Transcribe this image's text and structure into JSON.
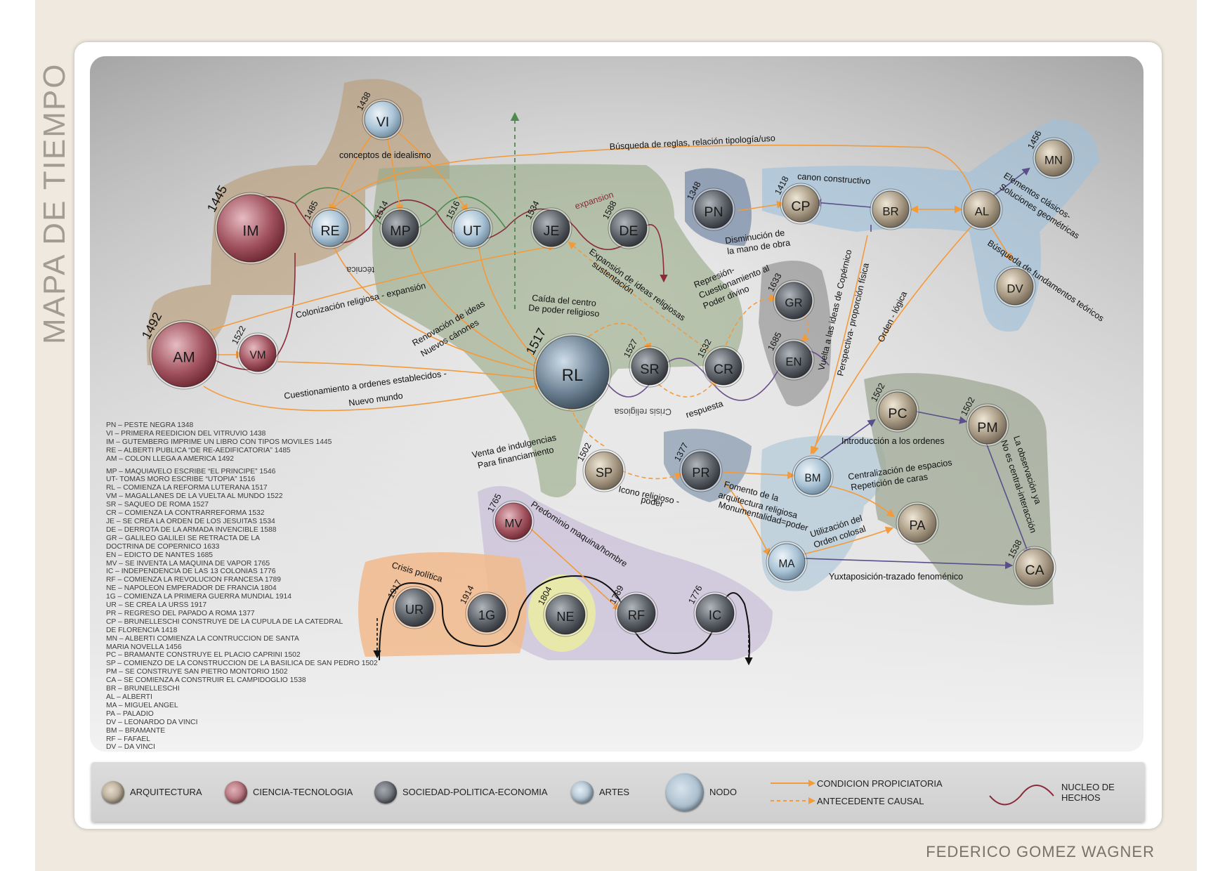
{
  "page": {
    "side_title": "MAPA DE TIEMPO",
    "author": "FEDERICO GOMEZ WAGNER"
  },
  "colors": {
    "arquitectura": "#bdb09a",
    "ciencia": "#b06f78",
    "sociedad": "#6c7178",
    "artes": "#a9c3d6",
    "arrow_orange": "#f39a3a",
    "arrow_purple": "#5a4f8a",
    "nucleus": "#8a2a3a"
  },
  "nodes": [
    {
      "id": "VI",
      "year": "1438",
      "kind": "artes"
    },
    {
      "id": "IM",
      "year": "1445",
      "kind": "ciencia"
    },
    {
      "id": "RE",
      "year": "1485",
      "kind": "artes"
    },
    {
      "id": "MP",
      "year": "1514",
      "kind": "sociedad"
    },
    {
      "id": "UT",
      "year": "1516",
      "kind": "artes"
    },
    {
      "id": "JE",
      "year": "1534",
      "kind": "sociedad"
    },
    {
      "id": "DE",
      "year": "1588",
      "kind": "sociedad"
    },
    {
      "id": "AM",
      "year": "1492",
      "kind": "ciencia"
    },
    {
      "id": "VM",
      "year": "1522",
      "kind": "ciencia"
    },
    {
      "id": "RL",
      "year": "1517",
      "kind": "nodo"
    },
    {
      "id": "SR",
      "year": "1527",
      "kind": "sociedad"
    },
    {
      "id": "CR",
      "year": "1532",
      "kind": "sociedad"
    },
    {
      "id": "GR",
      "year": "1633",
      "kind": "sociedad"
    },
    {
      "id": "EN",
      "year": "1685",
      "kind": "sociedad"
    },
    {
      "id": "PN",
      "year": "1348",
      "kind": "sociedad"
    },
    {
      "id": "CP",
      "year": "1418",
      "kind": "arquitectura"
    },
    {
      "id": "BR",
      "year": "",
      "kind": "arquitectura"
    },
    {
      "id": "AL",
      "year": "",
      "kind": "arquitectura"
    },
    {
      "id": "MN",
      "year": "1456",
      "kind": "arquitectura"
    },
    {
      "id": "DV",
      "year": "",
      "kind": "arquitectura"
    },
    {
      "id": "PC",
      "year": "1502",
      "kind": "arquitectura"
    },
    {
      "id": "PM",
      "year": "1502",
      "kind": "arquitectura"
    },
    {
      "id": "SP",
      "year": "1502",
      "kind": "arquitectura"
    },
    {
      "id": "PR",
      "year": "1377",
      "kind": "sociedad"
    },
    {
      "id": "BM",
      "year": "",
      "kind": "artes"
    },
    {
      "id": "PA",
      "year": "",
      "kind": "arquitectura"
    },
    {
      "id": "MA",
      "year": "",
      "kind": "artes"
    },
    {
      "id": "CA",
      "year": "1538",
      "kind": "arquitectura"
    },
    {
      "id": "MV",
      "year": "1765",
      "kind": "ciencia"
    },
    {
      "id": "UR",
      "year": "1917",
      "kind": "sociedad"
    },
    {
      "id": "1G",
      "year": "1914",
      "kind": "sociedad"
    },
    {
      "id": "NE",
      "year": "1804",
      "kind": "sociedad"
    },
    {
      "id": "RF",
      "year": "1789",
      "kind": "sociedad"
    },
    {
      "id": "IC",
      "year": "1776",
      "kind": "sociedad"
    }
  ],
  "labels": {
    "conceptos": "conceptos de idealismo",
    "busqueda_reglas": "Búsqueda de reglas, relación tipología/uso",
    "tecnica": "técnica",
    "expansion": "expansion",
    "colonizacion": "Colonización religiosa - expansión",
    "renovacion1": "Renovación de ideas",
    "renovacion2": "Nuevos cánones",
    "caida1": "Caída del centro",
    "caida2": "De poder religioso",
    "expansion_ideas1": "Expansión de ideas religiosas",
    "expansion_ideas2": "sustentación",
    "represion1": "Represión-",
    "represion2": "Cuestionamiento al",
    "represion3": "Poder divino",
    "cuestionamiento1": "Cuestionamiento a ordenes establecidos -",
    "cuestionamiento2": "Nuevo mundo",
    "crisis_religiosa": "Crisis religiosa",
    "respuesta": "respuesta",
    "canon": "canon constructivo",
    "disminucion1": "Disminución de",
    "disminucion2": "la mano de obra",
    "vuelta": "Vuelta a las ideas de Copérnico",
    "perspectiva": "Perspectiva- proporción física",
    "orden_logica": "Orden - lógica",
    "elementos1": "Elementos clásicos-",
    "elementos2": "Soluciones geométricas",
    "busqueda_fund": "Búsqueda de fundamentos teóricos",
    "venta1": "Venta de indulgencias",
    "venta2": "Para financiamiento",
    "icono1": "Icono religioso -",
    "icono2": "poder",
    "fomento1": "Fomento de la",
    "fomento2": "arquitectura religiosa",
    "fomento3": "Monumentalidad=poder",
    "introduccion": "Introducción a los ordenes",
    "centralizacion1": "Centralización de espacios",
    "centralizacion2": "Repetición  de caras",
    "utilizacion1": "Utilización del",
    "utilizacion2": "Orden colosal",
    "yuxtaposicion": "Yuxtaposición-trazado fenoménico",
    "observacion1": "La observación ya",
    "observacion2": "No es central-interacción",
    "predominio": "Predominio maquina/hombre",
    "crisis_politica": "Crisis política"
  },
  "legend_list": [
    "PN – PESTE NEGRA 1348",
    "VI – PRIMERA REEDICION DEL VITRUVIO 1438",
    "IM – GUTEMBERG IMPRIME UN LIBRO CON TIPOS MOVILES 1445",
    "RE – ALBERTI PUBLICA “DE RE-AEDIFICATORIA” 1485",
    "AM – COLON LLEGA A AMERICA 1492",
    "",
    "MP – MAQUIAVELO ESCRIBE “EL PRINCIPE” 1546",
    "UT- TOMAS MORO ESCRIBE “UTOPIA” 1516",
    "RL – COMIENZA LA REFORMA LUTERANA 1517",
    "VM – MAGALLANES DE LA VUELTA AL MUNDO 1522",
    "SR – SAQUEO DE ROMA 1527",
    "CR – COMIENZA LA CONTRARREFORMA 1532",
    "JE – SE CREA LA ORDEN DE LOS JESUITAS 1534",
    "DE – DERROTA DE LA ARMADA INVENCIBLE 1588",
    "GR – GALILEO GALILEI SE RETRACTA DE LA",
    "DOCTRINA DE COPERNICO  1633",
    "EN – EDICTO DE NANTES 1685",
    "MV – SE INVENTA LA MAQUINA DE VAPOR 1765",
    "IC – INDEPENDENCIA DE LAS 13 COLONIAS 1776",
    "RF – COMIENZA LA REVOLUCION FRANCESA 1789",
    "NE – NAPOLEON EMPERADOR DE FRANCIA 1804",
    "1G – COMIENZA  LA PRIMERA GUERRA MUNDIAL 1914",
    "UR – SE CREA LA URSS 1917",
    "PR – REGRESO DEL PAPADO A ROMA 1377",
    "CP – BRUNELLESCHI CONSTRUYE DE LA CUPULA DE LA CATEDRAL",
    "DE FLORENCIA 1418",
    "MN – ALBERTI COMIENZA  LA CONTRUCCION DE SANTA",
    "MARIA NOVELLA 1456",
    "PC – BRAMANTE CONSTRUYE EL PLACIO CAPRINI 1502",
    "SP – COMIENZO DE LA CONSTRUCCION DE LA BASILICA DE SAN PEDRO 1502",
    "PM – SE  CONSTRUYE SAN  PIETRO MONTORIO 1502",
    "CA – SE COMIENZA A CONSTRUIR EL CAMPIDOGLIO 1538",
    "BR – BRUNELLESCHI",
    "AL – ALBERTI",
    "MA – MIGUEL ANGEL",
    "PA – PALADIO",
    "DV – LEONARDO DA VINCI",
    "BM – BRAMANTE",
    "RF – FAFAEL",
    "DV – DA VINCI"
  ],
  "key": {
    "arquitectura": "ARQUITECTURA",
    "ciencia": "CIENCIA-TECNOLOGIA",
    "sociedad": "SOCIEDAD-POLITICA-ECONOMIA",
    "artes": "ARTES",
    "nodo": "NODO",
    "condicion": "CONDICION PROPICIATORIA",
    "antecedente": "ANTECEDENTE CAUSAL",
    "nucleo1": "NUCLEO DE",
    "nucleo2": "HECHOS"
  }
}
